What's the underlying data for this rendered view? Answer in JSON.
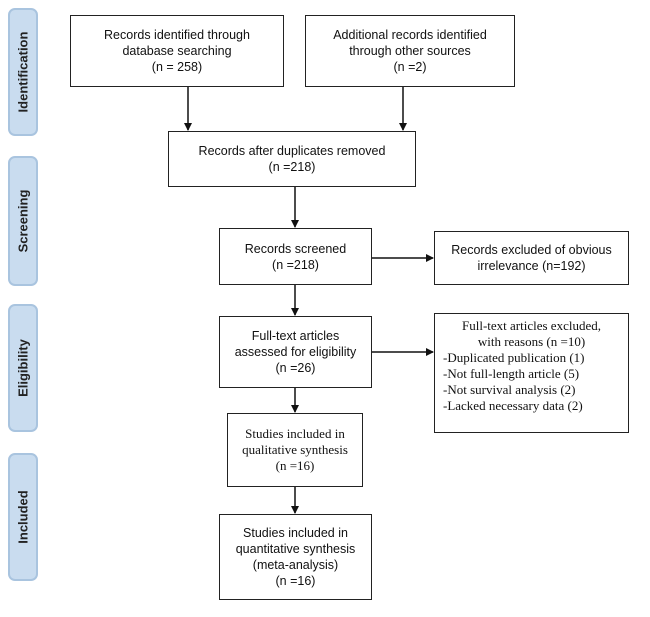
{
  "phases": {
    "identification": "Identification",
    "screening": "Screening",
    "eligibility": "Eligibility",
    "included": "Included"
  },
  "boxes": {
    "database_search": [
      "Records identified through",
      "database searching",
      "(n = 258)"
    ],
    "other_sources": [
      "Additional records identified",
      "through other sources",
      "(n =2)"
    ],
    "after_duplicates": [
      "Records after duplicates removed",
      "(n =218)"
    ],
    "screened": [
      "Records screened",
      "(n =218)"
    ],
    "excluded_irrelevance": [
      "Records excluded of obvious",
      "irrelevance (n=192)"
    ],
    "full_text_assessed": [
      "Full-text articles",
      "assessed for eligibility",
      "(n =26)"
    ],
    "full_text_excluded": [
      "Full-text articles excluded,",
      "with reasons (n =10)",
      "-Duplicated publication (1)",
      "-Not full-length article (5)",
      "-Not survival analysis (2)",
      "-Lacked necessary data (2)"
    ],
    "qualitative": [
      "Studies included in",
      "qualitative synthesis",
      "(n =16)"
    ],
    "quantitative": [
      "Studies included in",
      "quantitative synthesis",
      "(meta-analysis)",
      "(n =16)"
    ]
  },
  "colors": {
    "phase_fill": "#c9dcef",
    "phase_border": "#a9c4df",
    "box_border": "#222222",
    "arrow": "#111111"
  }
}
